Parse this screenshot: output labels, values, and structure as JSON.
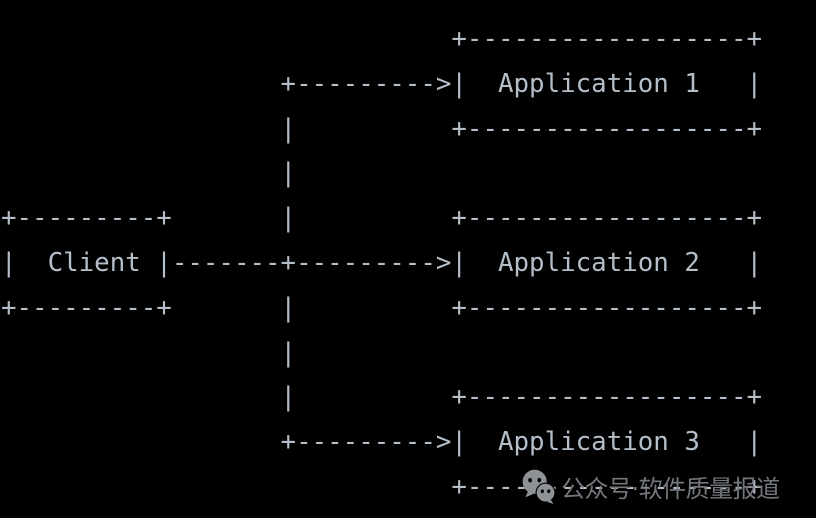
{
  "page": {
    "background_color": "#000000"
  },
  "diagram": {
    "type": "ascii-architecture-diagram",
    "text_color": "#b3bec9",
    "nodes": {
      "client_label": "Client",
      "app1_label": "Application 1",
      "app2_label": "Application 2",
      "app3_label": "Application 3"
    },
    "edges": [
      "Client -> Application 1",
      "Client -> Application 2",
      "Client -> Application 3"
    ],
    "ascii_lines": [
      "                             +------------------+",
      "                  +--------->|  Application 1   |",
      "                  |          +------------------+",
      "                  |",
      "+---------+       |          +------------------+",
      "|  Client |-------+--------->|  Application 2   |",
      "+---------+       |          +------------------+",
      "                  |",
      "                  |          +------------------+",
      "                  +--------->|  Application 3   |",
      "                             +------------------+"
    ]
  },
  "watermark": {
    "icon": "wechat-official-account-icon",
    "icon_color": "#8e9196",
    "text": "公众号·软件质量报道",
    "text_color": "#73777c"
  }
}
